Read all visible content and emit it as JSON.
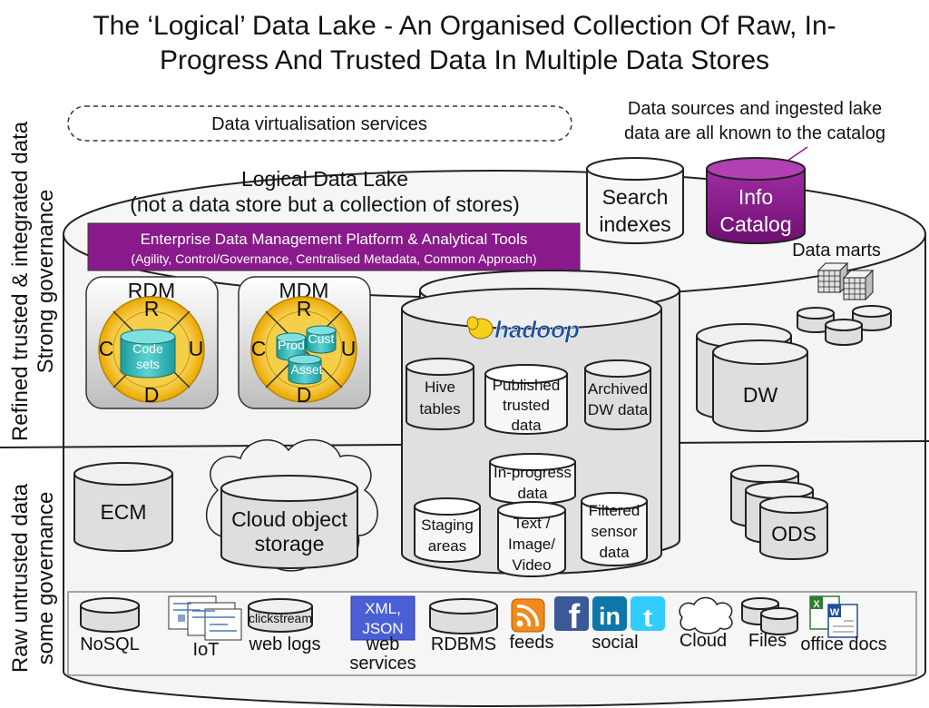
{
  "title_line1": "The ‘Logical’ Data Lake - An Organised Collection Of Raw, In-",
  "title_line2": "Progress And Trusted Data In Multiple Data Stores",
  "side_label_top_line1": "Refined trusted & integrated data",
  "side_label_top_line2": "Strong governance",
  "side_label_bottom_line1": "Raw untrusted data",
  "side_label_bottom_line2": "some governance",
  "virtualisation": "Data virtualisation services",
  "catalog_note_line1": "Data sources and ingested lake",
  "catalog_note_line2": "data are all known to the catalog",
  "lake_title_line1": "Logical Data Lake",
  "lake_title_line2": "(not a data store but a collection of stores)",
  "edm_line1": "Enterprise Data Management Platform & Analytical Tools",
  "edm_line2": "(Agility, Control/Governance, Centralised Metadata, Common Approach)",
  "search_line1": "Search",
  "search_line2": "indexes",
  "catalog_line1": "Info",
  "catalog_line2": "Catalog",
  "data_marts": "Data marts",
  "rdm": {
    "title": "RDM",
    "r": "R",
    "c": "C",
    "u": "U",
    "d": "D",
    "inner_line1": "Code",
    "inner_line2": "sets"
  },
  "mdm": {
    "title": "MDM",
    "r": "R",
    "c": "C",
    "u": "U",
    "d": "D",
    "prod": "Prod",
    "cust": "Cust",
    "asset": "Asset"
  },
  "hadoop_logo": "hadoop",
  "hive_line1": "Hive",
  "hive_line2": "tables",
  "published_line1": "Published",
  "published_line2": "trusted",
  "published_line3": "data",
  "archived_line1": "Archived",
  "archived_line2": "DW data",
  "inprogress_line1": "In-progress",
  "inprogress_line2": "data",
  "staging_line1": "Staging",
  "staging_line2": "areas",
  "text_line1": "Text /",
  "text_line2": "Image/",
  "text_line3": "Video",
  "filtered_line1": "Filtered",
  "filtered_line2": "sensor",
  "filtered_line3": "data",
  "dw": "DW",
  "ecm": "ECM",
  "cloud_line1": "Cloud object",
  "cloud_line2": "storage",
  "ods": "ODS",
  "sources": {
    "nosql": "NoSQL",
    "iot": "IoT",
    "clickstream": "clickstream",
    "weblogs": "web logs",
    "xml_line1": "XML,",
    "xml_line2": "JSON",
    "webservices_line1": "web",
    "webservices_line2": "services",
    "rdbms": "RDBMS",
    "feeds": "feeds",
    "social": "social",
    "cloud": "Cloud",
    "files": "Files",
    "office": "office docs"
  },
  "colors": {
    "purple": "#8a1a8c",
    "gold": "#f2b705",
    "teal": "#2bb0b0",
    "xml_blue": "#4a5fd6",
    "rss_orange": "#f08a1c",
    "facebook": "#3b5998",
    "linkedin": "#0e76a8",
    "twitter": "#33ccff"
  }
}
